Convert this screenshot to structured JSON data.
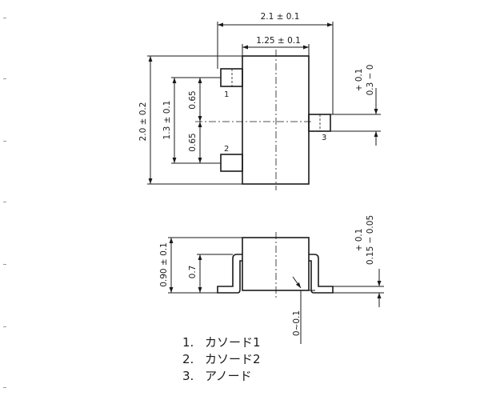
{
  "top_view": {
    "dim_total_width": "2.1 ± 0.1",
    "dim_body_width": "1.25 ± 0.1",
    "dim_total_height": "2.0 ± 0.2",
    "dim_pin_span": "1.3 ± 0.1",
    "dim_pitch_upper": "0.65",
    "dim_pitch_lower": "0.65",
    "dim_lead_width": "0.3 +0.1 −0",
    "dim_lead_width_tol_plus": "+ 0.1",
    "dim_lead_width_nominal": "0.3 − 0",
    "pin1": "1",
    "pin2": "2",
    "pin3": "3"
  },
  "side_view": {
    "dim_height": "0.90 ± 0.1",
    "dim_standoff": "0.7",
    "dim_lead_thickness_tol_plus": "+ 0.1",
    "dim_lead_thickness_nominal": "0.15 − 0.05",
    "dim_gap": "0~0.1"
  },
  "legend": [
    {
      "num": "1.",
      "label": "カソード1"
    },
    {
      "num": "2.",
      "label": "カソード2"
    },
    {
      "num": "3.",
      "label": "アノード"
    }
  ]
}
